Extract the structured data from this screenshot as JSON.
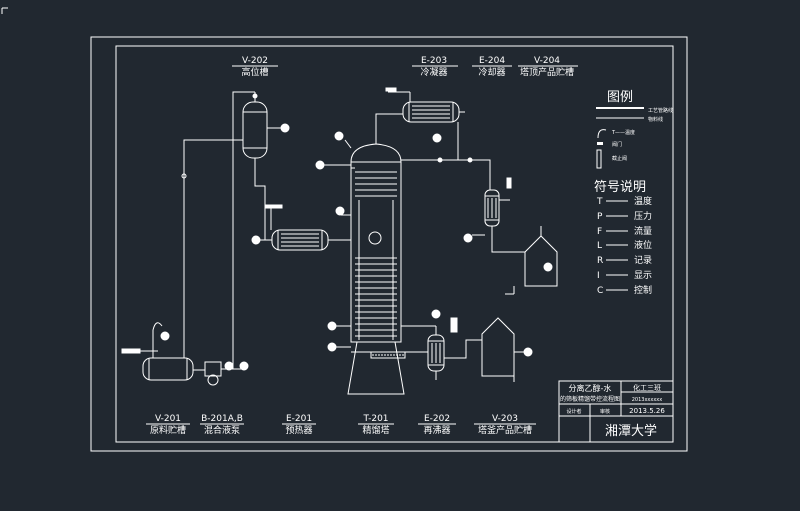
{
  "equipment_labels": [
    {
      "code": "V-202",
      "name": "高位槽"
    },
    {
      "code": "E-203",
      "name": "冷凝器"
    },
    {
      "code": "E-204",
      "name": "冷却器"
    },
    {
      "code": "V-204",
      "name": "塔顶产品贮槽"
    },
    {
      "code": "V-201",
      "name": "原料贮槽"
    },
    {
      "code": "B-201A,B",
      "name": "混合液泵"
    },
    {
      "code": "E-201",
      "name": "预热器"
    },
    {
      "code": "T-201",
      "name": "精馏塔"
    },
    {
      "code": "E-202",
      "name": "再沸器"
    },
    {
      "code": "V-203",
      "name": "塔釜产品贮槽"
    }
  ],
  "legend": {
    "title": "图例",
    "lines": [
      "工艺管路线",
      "物料线"
    ],
    "items": [
      "T——温度",
      "阀门",
      "截止阀"
    ],
    "symbols_title": "符号说明",
    "symbols": [
      {
        "letter": "T",
        "meaning": "温度"
      },
      {
        "letter": "P",
        "meaning": "压力"
      },
      {
        "letter": "F",
        "meaning": "流量"
      },
      {
        "letter": "L",
        "meaning": "液位"
      },
      {
        "letter": "R",
        "meaning": "记录"
      },
      {
        "letter": "I",
        "meaning": "显示"
      },
      {
        "letter": "C",
        "meaning": "控制"
      }
    ]
  },
  "title_block": {
    "title_line1": "分离乙醇-水",
    "title_line2": "的筛板精馏带控流程图",
    "class": "化工三班",
    "number": "2013xxxxxx",
    "designer_label": "设计者",
    "checker_label": "审核",
    "date": "2013.5.26",
    "university": "湘潭大学"
  },
  "colors": {
    "background": "#212830",
    "lines": "#ffffff"
  }
}
